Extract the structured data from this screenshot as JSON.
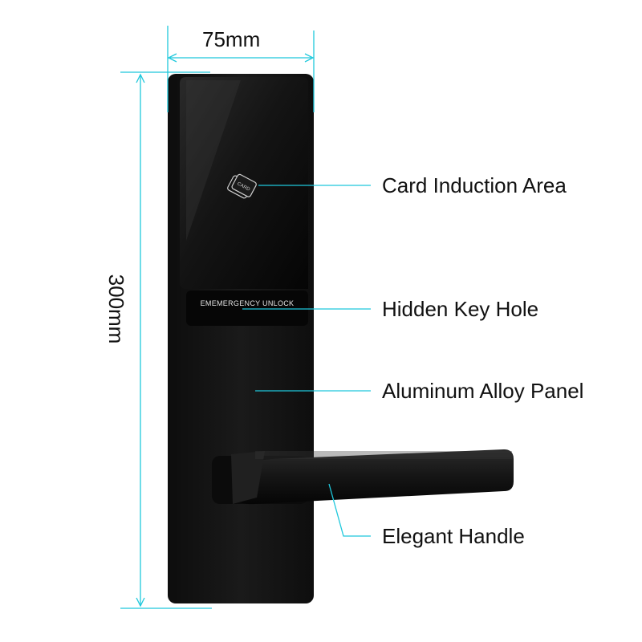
{
  "dimensions": {
    "width_label": "75mm",
    "height_label": "300mm"
  },
  "panel": {
    "emergency_label": "EMEMERGENCY UNLOCK",
    "card_icon_text": "CARD"
  },
  "callouts": [
    {
      "id": "card-induction-area",
      "label": "Card Induction Area"
    },
    {
      "id": "hidden-key-hole",
      "label": "Hidden Key Hole"
    },
    {
      "id": "aluminum-alloy-panel",
      "label": "Aluminum Alloy Panel"
    },
    {
      "id": "elegant-handle",
      "label": "Elegant Handle"
    }
  ],
  "colors": {
    "accent": "#1fc8dc",
    "panel": "#141414",
    "glass": "#0b0b0b",
    "text": "#111111"
  }
}
